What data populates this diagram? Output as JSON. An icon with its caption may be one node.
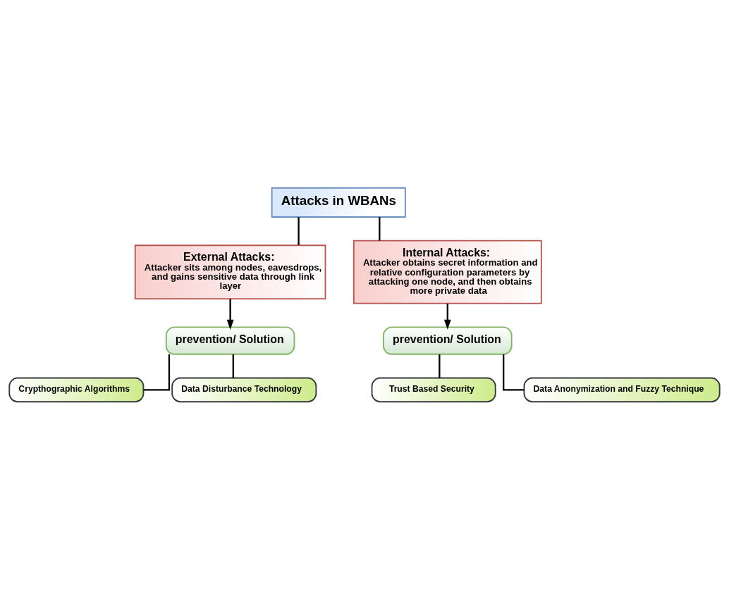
{
  "diagram": {
    "nodes": [
      {
        "text": [
          "Attacks in WBANs"
        ]
      },
      {
        "text": [
          "External Attacks:",
          "Attacker sits among nodes, eavesdrops, and gains sensitive data through link layer"
        ]
      },
      {
        "text": [
          "Internal Attacks:",
          "Attacker obtains secret information and relative configuration parameters by attacking one node, and then obtains more private data"
        ]
      },
      {
        "text": [
          "prevention/ Solution"
        ]
      },
      {
        "text": [
          "prevention/ Solution"
        ]
      },
      {
        "text": [
          "Crypthographic Algorithms"
        ]
      },
      {
        "text": [
          "Data Disturbance Technology"
        ]
      },
      {
        "text": [
          "Trust Based Security"
        ]
      },
      {
        "text": [
          "Data Anonymization and Fuzzy Technique"
        ]
      }
    ],
    "edges": [
      {
        "from": 0,
        "to": 1,
        "arrow": "none"
      },
      {
        "from": 0,
        "to": 2,
        "arrow": "none"
      },
      {
        "from": 1,
        "to": 3,
        "arrow": "to"
      },
      {
        "from": 2,
        "to": 4,
        "arrow": "to"
      },
      {
        "from": 3,
        "to": 5,
        "arrow": "none"
      },
      {
        "from": 3,
        "to": 6,
        "arrow": "none"
      },
      {
        "from": 4,
        "to": 7,
        "arrow": "none"
      },
      {
        "from": 4,
        "to": 8,
        "arrow": "none"
      }
    ]
  }
}
